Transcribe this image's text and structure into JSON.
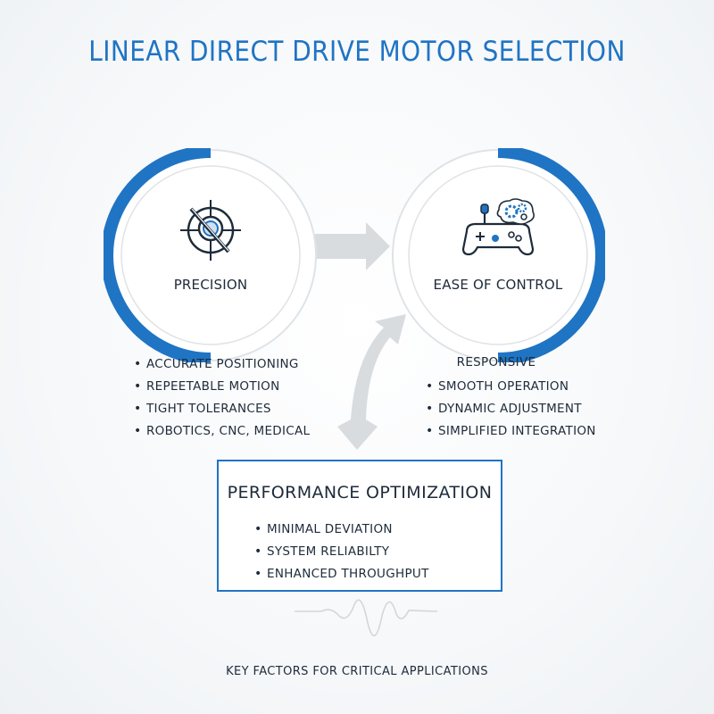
{
  "title": "LINEAR DIRECT DRIVE MOTOR SELECTION",
  "nodes": {
    "precision": {
      "label": "PRECISION",
      "icon": "target-crosshair-icon",
      "bullets": [
        "ACCURATE POSITIONING",
        "REPEETABLE MOTION",
        "TIGHT TOLERANCES",
        "ROBOTICS, CNC, MEDICAL"
      ]
    },
    "control": {
      "label": "EASE OF CONTROL",
      "icon": "gamepad-gears-icon",
      "heading": "RESPONSIVE",
      "bullets": [
        "SMOOTH OPERATION",
        "DYNAMIC ADJUSTMENT",
        "SIMPLIFIED INTEGRATION"
      ]
    }
  },
  "performance": {
    "title": "PERFORMANCE OPTIMIZATION",
    "bullets": [
      "MINIMAL DEVIATION",
      "SYSTEM RELIABILTY",
      "ENHANCED THROUGHPUT"
    ]
  },
  "footer": "KEY FACTORS FOR CRITICAL APPLICATIONS",
  "colors": {
    "accent": "#1f74c4",
    "text": "#1e2b3a",
    "arrow": "#d9dcdf"
  },
  "bullet_glyph": "•"
}
